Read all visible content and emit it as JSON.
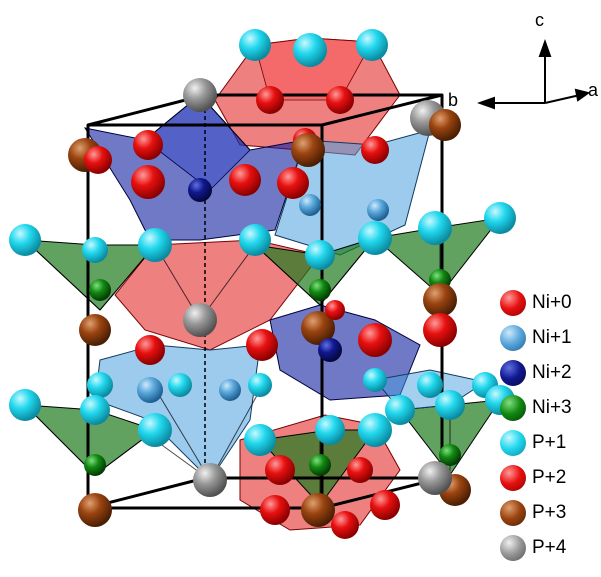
{
  "axes": {
    "c": "c",
    "a": "a",
    "b": "b"
  },
  "legend": [
    {
      "label": "Ni+0",
      "color": "#e81010"
    },
    {
      "label": "Ni+1",
      "color": "#5aa8dc"
    },
    {
      "label": "Ni+2",
      "color": "#101890"
    },
    {
      "label": "Ni+3",
      "color": "#128a12"
    },
    {
      "label": "P+1",
      "color": "#22d8ee"
    },
    {
      "label": "P+2",
      "color": "#e81010"
    },
    {
      "label": "P+3",
      "color": "#9a4410"
    },
    {
      "label": "P+4",
      "color": "#8a8a8a"
    }
  ]
}
